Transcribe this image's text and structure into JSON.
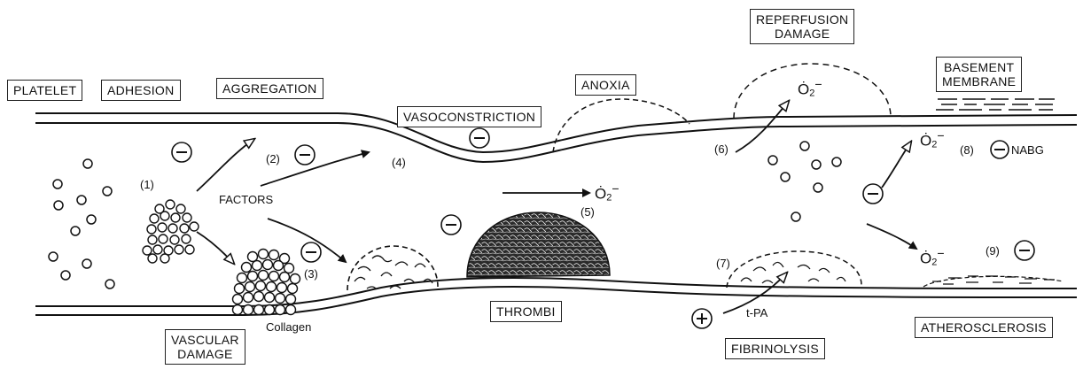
{
  "labels": {
    "platelet": "PLATELET",
    "adhesion": "ADHESION",
    "aggregation": "AGGREGATION",
    "vasoconstriction": "VASOCONSTRICTION",
    "anoxia": "ANOXIA",
    "reperfusion_line1": "REPERFUSION",
    "reperfusion_line2": "DAMAGE",
    "basement_line1": "BASEMENT",
    "basement_line2": "MEMBRANE",
    "vascular_line1": "VASCULAR",
    "vascular_line2": "DAMAGE",
    "thrombi": "THROMBI",
    "fibrinolysis": "FIBRINOLYSIS",
    "atherosclerosis": "ATHEROSCLEROSIS",
    "factors": "FACTORS",
    "collagen": "Collagen",
    "tpa": "t-PA",
    "nabg": "NABG"
  },
  "superoxide": {
    "base": "Ȯ",
    "sub": "2",
    "sup": "−"
  },
  "step_numbers": [
    "(1)",
    "(2)",
    "(3)",
    "(4)",
    "(5)",
    "(6)",
    "(7)",
    "(8)",
    "(9)"
  ],
  "signs": {
    "minus": "−",
    "plus": "+"
  }
}
